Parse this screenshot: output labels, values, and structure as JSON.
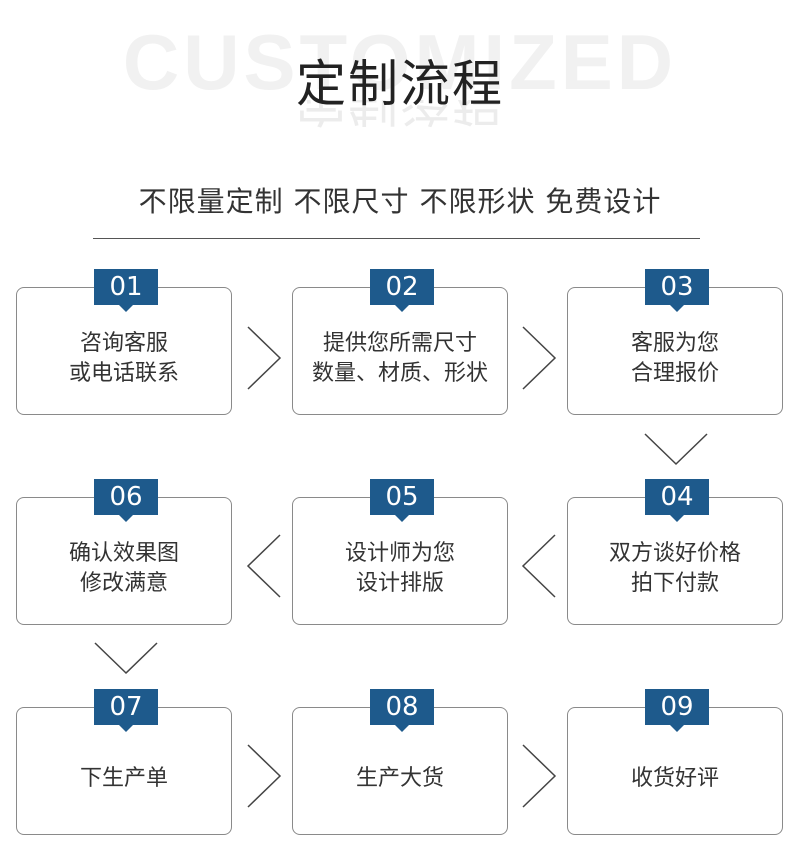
{
  "header": {
    "background_word": "CUSTOMIZED",
    "title": "定制流程",
    "subtitle": "不限量定制 不限尺寸 不限形状 免费设计"
  },
  "colors": {
    "accent": "#1e5a8c",
    "border": "#8a8a8a",
    "text": "#333333"
  },
  "steps": [
    {
      "number": "01",
      "lines": [
        "咨询客服",
        "或电话联系"
      ]
    },
    {
      "number": "02",
      "lines": [
        "提供您所需尺寸",
        "数量、材质、形状"
      ]
    },
    {
      "number": "03",
      "lines": [
        "客服为您",
        "合理报价"
      ]
    },
    {
      "number": "04",
      "lines": [
        "双方谈好价格",
        "拍下付款"
      ]
    },
    {
      "number": "05",
      "lines": [
        "设计师为您",
        "设计排版"
      ]
    },
    {
      "number": "06",
      "lines": [
        "确认效果图",
        "修改满意"
      ]
    },
    {
      "number": "07",
      "lines": [
        "下生产单"
      ]
    },
    {
      "number": "08",
      "lines": [
        "生产大货"
      ]
    },
    {
      "number": "09",
      "lines": [
        "收货好评"
      ]
    }
  ],
  "arrows": [
    {
      "name": "arrow-right-icon",
      "direction": "right"
    },
    {
      "name": "arrow-right-icon",
      "direction": "right"
    },
    {
      "name": "arrow-down-icon",
      "direction": "down"
    },
    {
      "name": "arrow-left-icon",
      "direction": "left"
    },
    {
      "name": "arrow-left-icon",
      "direction": "left"
    },
    {
      "name": "arrow-down-icon",
      "direction": "down"
    },
    {
      "name": "arrow-right-icon",
      "direction": "right"
    },
    {
      "name": "arrow-right-icon",
      "direction": "right"
    }
  ]
}
